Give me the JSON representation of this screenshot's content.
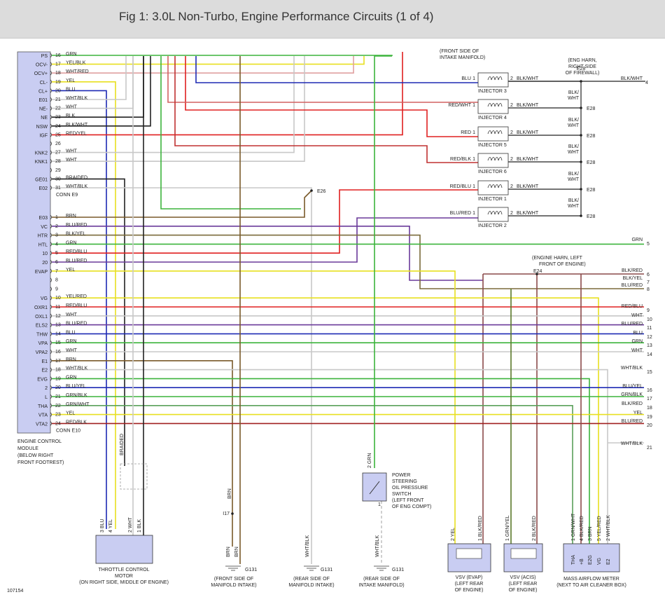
{
  "header": {
    "title": "Fig 1: 3.0L Non-Turbo, Engine Performance Circuits (1 of 4)"
  },
  "colors": {
    "grn": "#3cb43c",
    "yel": "#e8e020",
    "red": "#e02020",
    "blu": "#1e2ab4",
    "wht": "#c8c8c8",
    "blk": "#222222",
    "brn": "#7a5a2a",
    "purple": "#6a3a9a",
    "ecm_fill": "#c9cdf2"
  },
  "figure_id": "107154",
  "ecm": {
    "label": [
      "ENGINE CONTROL",
      "MODULE",
      "(BELOW RIGHT",
      "FRONT FOOTREST)"
    ],
    "conn_e9": "CONN E9",
    "conn_e10": "CONN E10",
    "e9_pins": [
      {
        "name": "PS",
        "pin": "16",
        "wire": "GRN"
      },
      {
        "name": "OCV-",
        "pin": "17",
        "wire": "YEL/BLK"
      },
      {
        "name": "OCV+",
        "pin": "18",
        "wire": "WHT/RED"
      },
      {
        "name": "CL-",
        "pin": "19",
        "wire": "YEL"
      },
      {
        "name": "CL+",
        "pin": "20",
        "wire": "BLU"
      },
      {
        "name": "E01",
        "pin": "21",
        "wire": "WHT/BLK"
      },
      {
        "name": "NE-",
        "pin": "22",
        "wire": "WHT"
      },
      {
        "name": "NE",
        "pin": "23",
        "wire": "BLK"
      },
      {
        "name": "NSW",
        "pin": "24",
        "wire": "BLK/WHT"
      },
      {
        "name": "IGF",
        "pin": "25",
        "wire": "RED/YEL"
      },
      {
        "name": "",
        "pin": "26",
        "wire": ""
      },
      {
        "name": "KNK2",
        "pin": "27",
        "wire": "WHT"
      },
      {
        "name": "KNK1",
        "pin": "28",
        "wire": "WHT"
      },
      {
        "name": "",
        "pin": "29",
        "wire": ""
      },
      {
        "name": "GE01",
        "pin": "30",
        "wire": "BRAIDED"
      },
      {
        "name": "E02",
        "pin": "31",
        "wire": "WHT/BLK"
      }
    ],
    "e10_pins": [
      {
        "name": "E03",
        "pin": "1",
        "wire": "BRN"
      },
      {
        "name": "VC",
        "pin": "2",
        "wire": "BLU/RED"
      },
      {
        "name": "HTR",
        "pin": "3",
        "wire": "BLK/YEL"
      },
      {
        "name": "HTL",
        "pin": "4",
        "wire": "GRN"
      },
      {
        "name": "10",
        "pin": "5",
        "wire": "RED/BLU"
      },
      {
        "name": "20",
        "pin": "6",
        "wire": "BLU/RED"
      },
      {
        "name": "EVAP",
        "pin": "7",
        "wire": "YEL"
      },
      {
        "name": "",
        "pin": "8",
        "wire": ""
      },
      {
        "name": "",
        "pin": "9",
        "wire": ""
      },
      {
        "name": "VG",
        "pin": "10",
        "wire": "YEL/RED"
      },
      {
        "name": "OXR1",
        "pin": "11",
        "wire": "RED/BLU"
      },
      {
        "name": "OXL1",
        "pin": "12",
        "wire": "WHT"
      },
      {
        "name": "ELS2",
        "pin": "13",
        "wire": "BLU/RED"
      },
      {
        "name": "THW",
        "pin": "14",
        "wire": "BLU"
      },
      {
        "name": "VPA",
        "pin": "15",
        "wire": "GRN"
      },
      {
        "name": "VPA2",
        "pin": "16",
        "wire": "WHT"
      },
      {
        "name": "E1",
        "pin": "17",
        "wire": "BRN"
      },
      {
        "name": "E2",
        "pin": "18",
        "wire": "WHT/BLK"
      },
      {
        "name": "EVG",
        "pin": "19",
        "wire": "GRN"
      },
      {
        "name": "2",
        "pin": "20",
        "wire": "BLU/YEL"
      },
      {
        "name": "L",
        "pin": "21",
        "wire": "GRN/BLK"
      },
      {
        "name": "THA",
        "pin": "22",
        "wire": "GRN/WHT"
      },
      {
        "name": "VTA",
        "pin": "23",
        "wire": "YEL"
      },
      {
        "name": "VTA2",
        "pin": "24",
        "wire": "RED/BLK"
      }
    ]
  },
  "top_notes": {
    "manifold": [
      "(FRONT SIDE OF",
      "INTAKE MANIFOLD)"
    ],
    "firewall": [
      "(ENG HARN,",
      "RIGHT SIDE",
      "OF FIREWALL)"
    ],
    "e28": "E28",
    "e26": "E26"
  },
  "injectors": [
    {
      "name": "INJECTOR 3",
      "in": "BLU",
      "out": "BLK/WHT",
      "p1": "1",
      "p2": "2"
    },
    {
      "name": "INJECTOR 4",
      "in": "RED/WHT",
      "out": "BLK/WHT",
      "p1": "1",
      "p2": "2"
    },
    {
      "name": "INJECTOR 5",
      "in": "RED",
      "out": "BLK/WHT",
      "p1": "1",
      "p2": "2"
    },
    {
      "name": "INJECTOR 6",
      "in": "RED/BLK",
      "out": "BLK/WHT",
      "p1": "1",
      "p2": "2"
    },
    {
      "name": "INJECTOR 1",
      "in": "RED/BLU",
      "out": "BLK/WHT",
      "p1": "1",
      "p2": "2"
    },
    {
      "name": "INJECTOR 2",
      "in": "BLU/RED",
      "out": "BLK/WHT",
      "p1": "1",
      "p2": "2"
    }
  ],
  "bus_labels": [
    "BLK/",
    "WHT"
  ],
  "out_top": {
    "wire": "BLK/WHT",
    "pin": "4"
  },
  "e24": {
    "label": [
      "(ENGINE HARN, LEFT",
      "FRONT OF ENGINE)"
    ],
    "id": "E24"
  },
  "right_wires": [
    {
      "wire": "GRN",
      "pin": "5"
    },
    {
      "wire": "BLK/RED",
      "pin": "6"
    },
    {
      "wire": "BLK/YEL",
      "pin": "7"
    },
    {
      "wire": "BLU/RED",
      "pin": "8"
    },
    {
      "wire": "RED/BLU",
      "pin": "9"
    },
    {
      "wire": "WHT",
      "pin": "10"
    },
    {
      "wire": "BLU/RED",
      "pin": "11"
    },
    {
      "wire": "BLU",
      "pin": "12"
    },
    {
      "wire": "GRN",
      "pin": "13"
    },
    {
      "wire": "WHT",
      "pin": "14"
    },
    {
      "wire": "WHT/BLK",
      "pin": "15"
    },
    {
      "wire": "BLU/YEL",
      "pin": "16"
    },
    {
      "wire": "GRN/BLK",
      "pin": "17"
    },
    {
      "wire": "BLK/RED",
      "pin": "18"
    },
    {
      "wire": "YEL",
      "pin": "19"
    },
    {
      "wire": "BLU/RED",
      "pin": "20"
    },
    {
      "wire": "WHT/BLK",
      "pin": "21"
    }
  ],
  "throttle": {
    "label": [
      "THROTTLE CONTROL",
      "MOTOR",
      "(ON RIGHT SIDE, MIDDLE OF ENGINE)"
    ],
    "pins": [
      {
        "pin": "3",
        "wire": "BLU"
      },
      {
        "pin": "4",
        "wire": "YEL"
      },
      {
        "pin": "2",
        "wire": "WHT"
      },
      {
        "pin": "1",
        "wire": "BLK"
      }
    ],
    "braided": "BRAIDED"
  },
  "ground1": {
    "id": "G131",
    "label": [
      "(FRONT SIDE OF",
      "MANIFOLD INTAKE)"
    ],
    "splice": "I17",
    "wire": "BRN",
    "wires": [
      "BRN",
      "BRN"
    ]
  },
  "ground2": {
    "id": "G131",
    "label": [
      "(REAR SIDE OF",
      "MANIFOLD INTAKE)"
    ],
    "wire": "WHT/BLK"
  },
  "ground3": {
    "id": "G131",
    "label": [
      "(REAR SIDE OF",
      "INTAKE MANIFOLD)"
    ],
    "wire": "WHT/BLK"
  },
  "psps": {
    "label": [
      "POWER",
      "STEERING",
      "OIL PRESSURE",
      "SWITCH",
      "(LEFT FRONT",
      "OF ENG COMPT)"
    ],
    "wire": "GRN",
    "pin_top": "2",
    "pin_bot": "1"
  },
  "vsv_evap": {
    "label": [
      "VSV (EVAP)",
      "(LEFT REAR",
      "OF ENGINE)"
    ],
    "pins": [
      {
        "pin": "2",
        "wire": "YEL"
      },
      {
        "pin": "1",
        "wire": "BLK/RED"
      }
    ]
  },
  "vsv_acis": {
    "label": [
      "VSV (ACIS)",
      "(LEFT REAR",
      "OF ENGINE)"
    ],
    "pins": [
      {
        "pin": "1",
        "wire": "GRN/YEL"
      },
      {
        "pin": "2",
        "wire": "BLK/RED"
      }
    ]
  },
  "maf": {
    "label": [
      "MASS AIRFLOW METER",
      "(NEXT TO AIR CLEANER BOX)"
    ],
    "pins": [
      {
        "pin": "1",
        "wire": "GRN/WHT",
        "term": "THA"
      },
      {
        "pin": "4",
        "wire": "BLK/RED",
        "term": "+B"
      },
      {
        "pin": "3",
        "wire": "BRN",
        "term": "E2G"
      },
      {
        "pin": "5",
        "wire": "YEL/RED",
        "term": "VG"
      },
      {
        "pin": "2",
        "wire": "WHT/BLK",
        "term": "E2"
      }
    ]
  }
}
